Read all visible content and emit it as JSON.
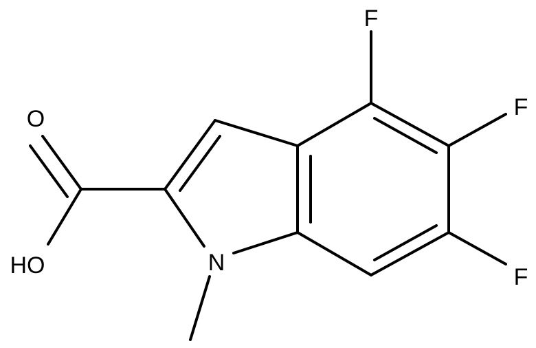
{
  "molecule": {
    "atom_labels": {
      "f_top": "F",
      "f_mid": "F",
      "f_bottom": "F",
      "oxygen_carbonyl": "O",
      "hydroxyl": "HO",
      "nitrogen": "N"
    },
    "bond_color": "#000000",
    "background_color": "#ffffff"
  }
}
